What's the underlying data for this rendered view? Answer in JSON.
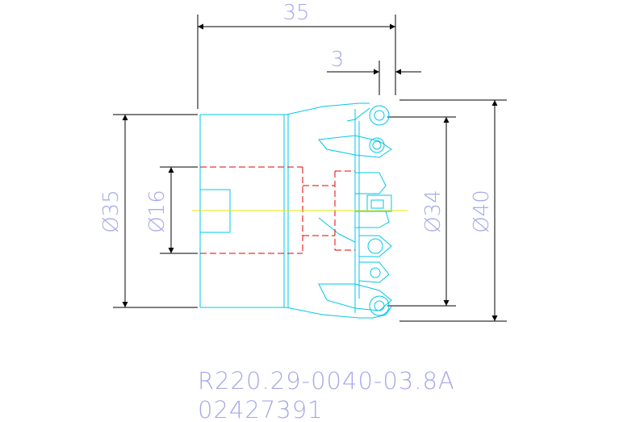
{
  "dimensions": {
    "overall_length": "35",
    "insert_offset": "3",
    "body_diameter": "Ø35",
    "bore_diameter": "Ø16",
    "inner_cutting_diameter": "Ø34",
    "outer_cutting_diameter": "Ø40"
  },
  "title_block": {
    "part_number": "R220.29-0040-03.8A",
    "code": "02427391"
  },
  "colors": {
    "dimension_lines": "#000000",
    "body_outline": "#00c8e6",
    "hidden_lines": "#e60000",
    "centerline": "#e6e600",
    "text": "#a8a8e8"
  }
}
